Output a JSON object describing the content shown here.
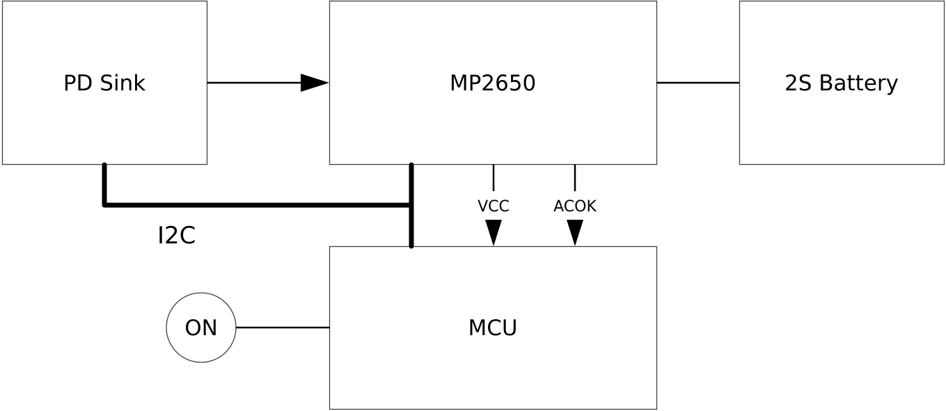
{
  "diagram": {
    "blocks": {
      "pd_sink": {
        "label": "PD Sink"
      },
      "mp2650": {
        "label": "MP2650"
      },
      "battery": {
        "label": "2S Battery"
      },
      "mcu": {
        "label": "MCU"
      }
    },
    "button": {
      "label": "ON"
    },
    "signals": {
      "i2c": "I2C",
      "vcc": "VCC",
      "acok": "ACOK"
    },
    "connections": [
      {
        "from": "PD Sink",
        "to": "MP2650",
        "type": "arrow"
      },
      {
        "from": "MP2650",
        "to": "2S Battery",
        "type": "line"
      },
      {
        "from": "PD Sink",
        "to": "MCU",
        "type": "bus",
        "label": "I2C"
      },
      {
        "from": "MP2650",
        "to": "MCU",
        "type": "arrow",
        "label": "VCC"
      },
      {
        "from": "MP2650",
        "to": "MCU",
        "type": "arrow",
        "label": "ACOK"
      },
      {
        "from": "ON",
        "to": "MCU",
        "type": "line"
      }
    ]
  }
}
